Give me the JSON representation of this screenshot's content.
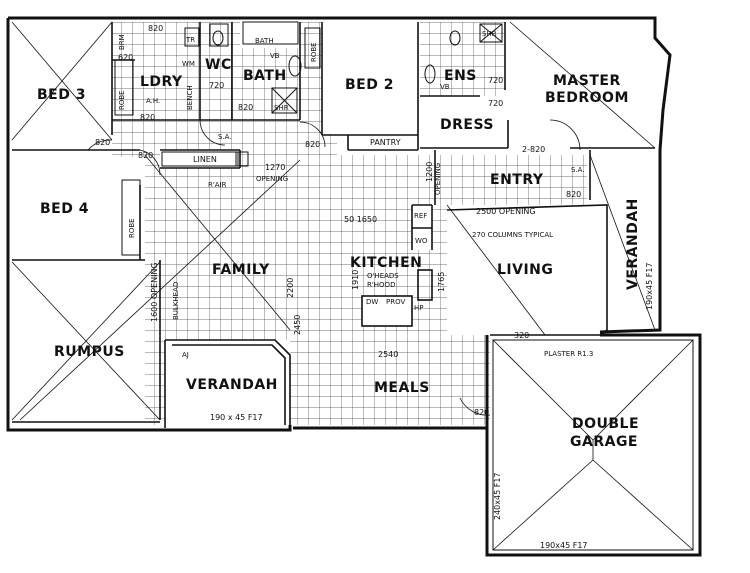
{
  "rooms": {
    "bed3": "BED 3",
    "bed4": "BED 4",
    "rumpus": "RUMPUS",
    "ldry": "LDRY",
    "wc": "WC",
    "bath": "BATH",
    "bed2": "BED 2",
    "ens": "ENS",
    "master_l1": "MASTER",
    "master_l2": "BEDROOM",
    "dress": "DRESS",
    "pantry": "PANTRY",
    "linen": "LINEN",
    "entry": "ENTRY",
    "family": "FAMILY",
    "kitchen": "KITCHEN",
    "living": "LIVING",
    "verandah_left": "VERANDAH",
    "verandah_right": "VERANDAH",
    "meals": "MEALS",
    "garage_l1": "DOUBLE",
    "garage_l2": "GARAGE"
  },
  "fixtures": {
    "robe": "ROBE",
    "brm": "BRM",
    "tr": "TR",
    "wm": "WM",
    "bench": "BENCH",
    "ah": "A.H.",
    "shr": "SHR",
    "vb": "VB",
    "bath_tub": "BATH",
    "ref": "REF",
    "wo": "WO",
    "dw": "DW",
    "prov": "PROV",
    "hp": "HP",
    "oheads": "O'HEADS",
    "rhood": "R'HOOD",
    "sa": "S.A.",
    "aj": "AJ",
    "rair": "R'AIR",
    "opening": "OPENING",
    "bulkhead": "BULKHEAD",
    "plaster": "PLASTER R1.3",
    "columns": "270 COLUMNS TYPICAL"
  },
  "dimensions": {
    "d820": "820",
    "d620": "620",
    "d720": "720",
    "d1270": "1270",
    "d1200": "1200",
    "d2520": "2-820",
    "d2500": "2500 OPENING",
    "d1650": "50 1650",
    "d2200": "2200",
    "d1765": "1765",
    "d1910": "1910",
    "d2450": "2450",
    "d2540": "2540",
    "d320": "320",
    "d1600": "1600 OPENING",
    "beam_left": "190 x 45 F17",
    "beam_right": "190x45 F17",
    "beam_garage": "190x45 F17",
    "beam_side": "240x45 F17"
  }
}
